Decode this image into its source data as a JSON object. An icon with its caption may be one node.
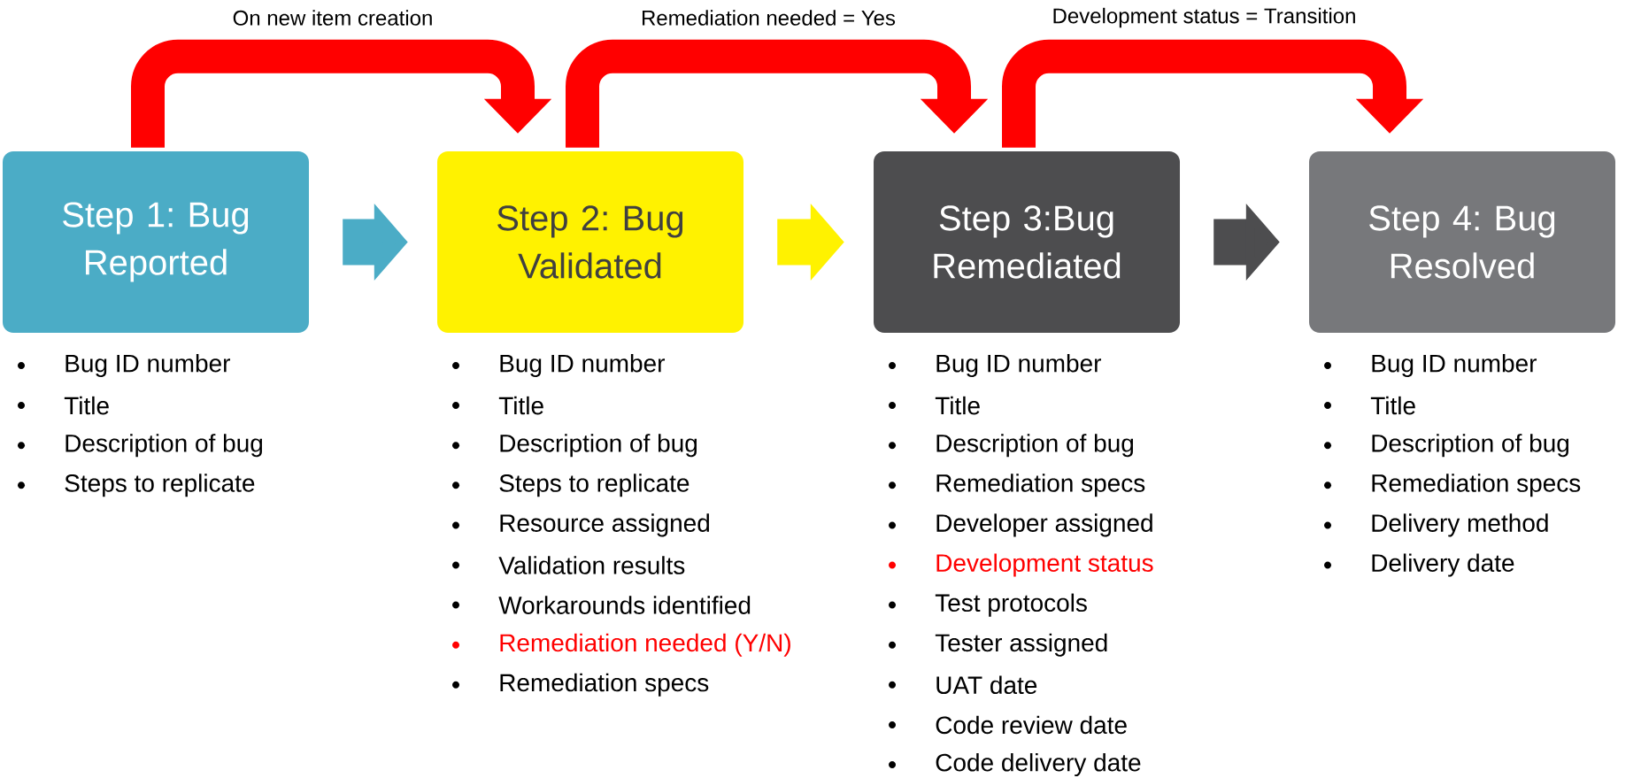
{
  "diagram": {
    "nodes": [
      {
        "text": [
          "Step 1: Bug Reported"
        ],
        "beside": [
          "Bug ID number",
          "Title",
          "Description of bug",
          "Steps to replicate"
        ]
      },
      {
        "text": [
          "Step 2: Bug Validated"
        ],
        "beside": [
          "Bug ID number",
          "Title",
          "Description of bug",
          "Steps to replicate",
          "Resource assigned",
          "Validation results",
          "Workarounds identified",
          "Remediation needed (Y/N)",
          "Remediation specs"
        ]
      },
      {
        "text": [
          "Step 3:Bug Remediated"
        ],
        "beside": [
          "Bug ID number",
          "Title",
          "Description of bug",
          "Remediation specs",
          "Developer assigned",
          "Development status",
          "Test protocols",
          "Tester assigned",
          "UAT date",
          "Code review date",
          "Code delivery date"
        ]
      },
      {
        "text": [
          "Step 4: Bug Resolved"
        ],
        "beside": [
          "Bug ID number",
          "Title",
          "Description of bug",
          "Remediation specs",
          "Delivery method",
          "Delivery date"
        ]
      }
    ],
    "edges": [
      {
        "from": 0,
        "to": 1,
        "arrow": "to",
        "color": "#4bacc6"
      },
      {
        "from": 1,
        "to": 2,
        "arrow": "to",
        "color": "#fff200"
      },
      {
        "from": 2,
        "to": 3,
        "arrow": "to",
        "color": "#4d4d4f"
      },
      {
        "from": 0,
        "to": 1,
        "arrow": "to",
        "label": "On new item creation",
        "color": "#ff0000"
      },
      {
        "from": 1,
        "to": 2,
        "arrow": "to",
        "label": "Remediation needed = Yes",
        "color": "#ff0000"
      },
      {
        "from": 2,
        "to": 3,
        "arrow": "to",
        "label": "Development status = Transition",
        "color": "#ff0000"
      }
    ]
  }
}
